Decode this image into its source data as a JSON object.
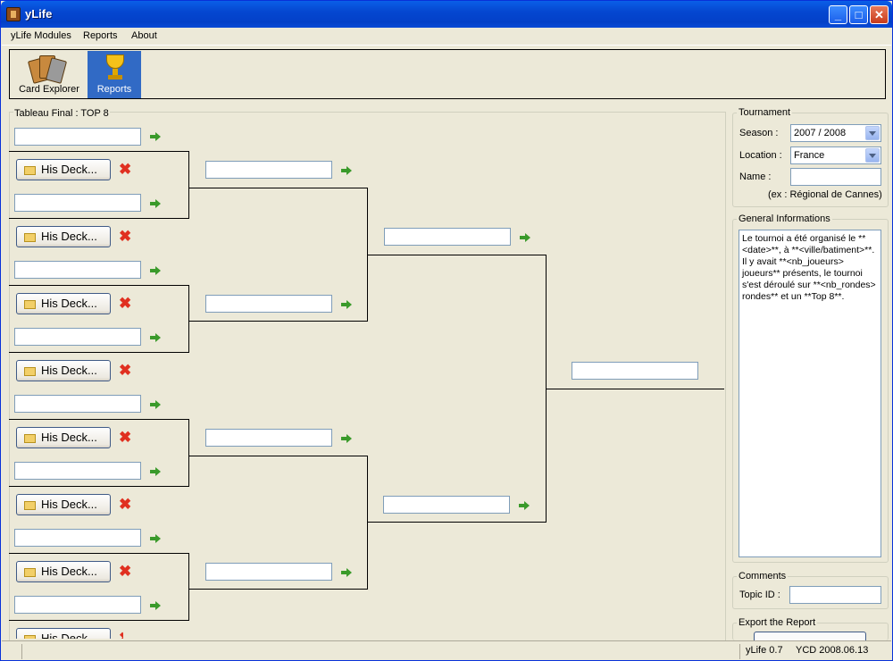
{
  "window": {
    "title": "yLife"
  },
  "menu": {
    "items": [
      "yLife Modules",
      "Reports",
      "About"
    ]
  },
  "toolbar": {
    "card_explorer": "Card Explorer",
    "reports": "Reports"
  },
  "bracket": {
    "title": "Tableau Final : TOP 8",
    "deck_button": "His Deck...",
    "remove_glyph": "✖"
  },
  "tournament": {
    "title": "Tournament",
    "season_label": "Season :",
    "season_value": "2007 / 2008",
    "location_label": "Location :",
    "location_value": "France",
    "name_label": "Name :",
    "name_value": "",
    "name_hint": "(ex : Régional de Cannes)"
  },
  "general": {
    "title": "General Informations",
    "text": "Le tournoi a été organisé le **<date>**, à **<ville/batiment>**. Il y avait **<nb_joueurs> joueurs** présents, le tournoi s'est déroulé sur **<nb_rondes> rondes** et un **Top 8**."
  },
  "comments": {
    "title": "Comments",
    "topic_label": "Topic ID :",
    "topic_value": ""
  },
  "export": {
    "title": "Export the Report"
  },
  "status": {
    "version": "yLife 0.7",
    "ycd": "YCD 2008.06.13"
  },
  "colors": {
    "titlebar": "#0547d0",
    "selected_tool": "#316ac5",
    "accent_arrow": "#3a9a2a",
    "remove": "#e03020"
  }
}
